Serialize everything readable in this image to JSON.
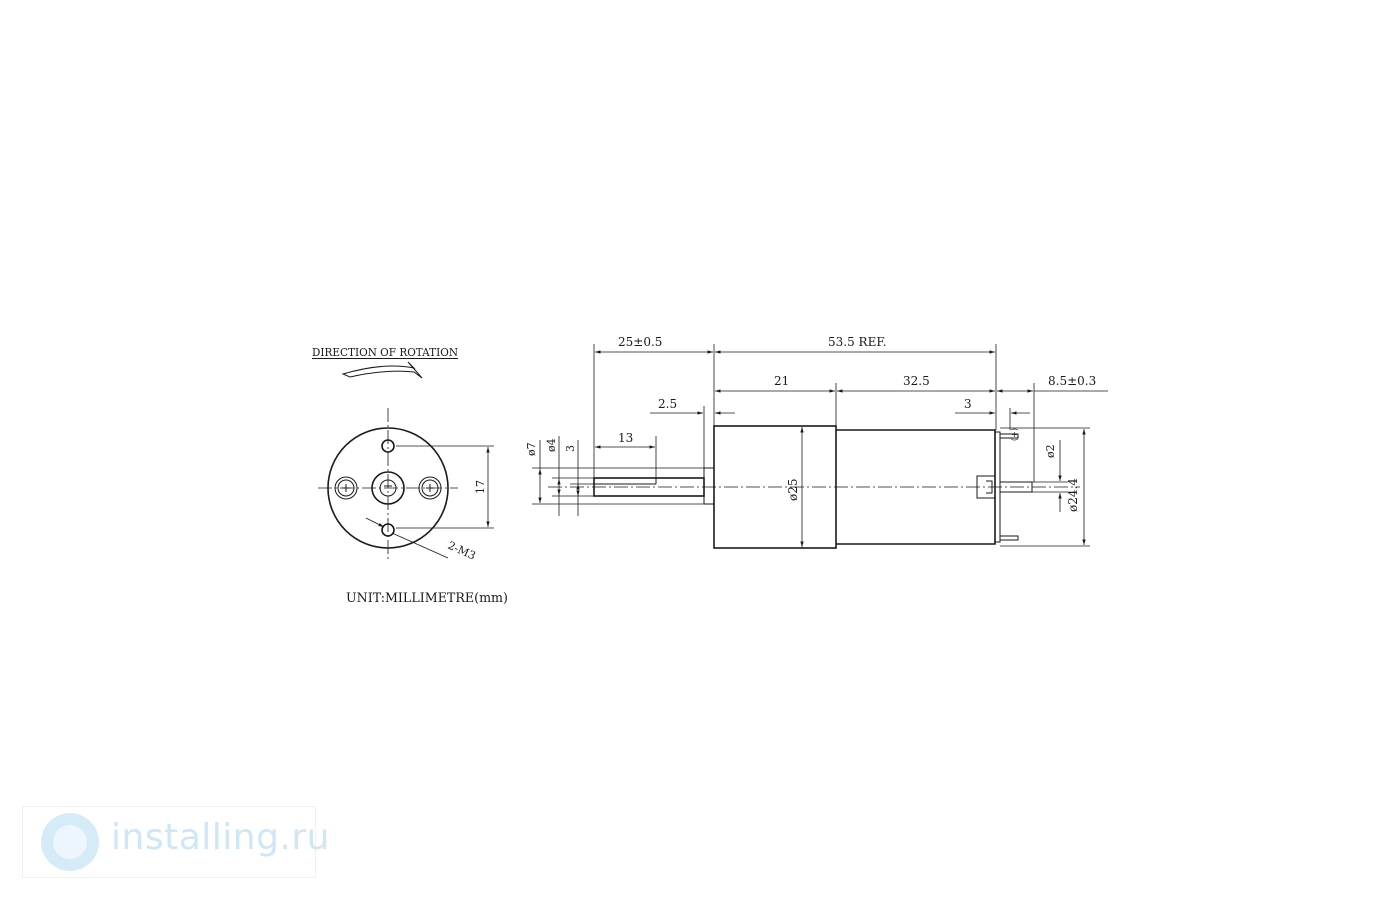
{
  "front_view": {
    "direction_label": "DIRECTION OF ROTATION",
    "dim_17": "17",
    "dim_2m3": "2-M3",
    "unit_label": "UNIT:MILLIMETRE(mm)"
  },
  "side_view": {
    "dim_25_05": "25±0.5",
    "dim_53_5_ref": "53.5 REF.",
    "dim_21": "21",
    "dim_32_5": "32.5",
    "dim_8_5_03": "8.5±0.3",
    "dim_2_5": "2.5",
    "dim_3_right": "3",
    "dim_13": "13",
    "dim_d7": "ø7",
    "dim_d4": "ø4",
    "dim_3_left": "3",
    "dim_d25": "ø25",
    "dim_d2": "ø2",
    "dim_d24_4": "ø24.4",
    "terminal_mark": "(+)"
  },
  "watermark": {
    "text": "installing.ru",
    "logo_icon": "installing-logo-icon",
    "color": "#cfe6f4"
  }
}
